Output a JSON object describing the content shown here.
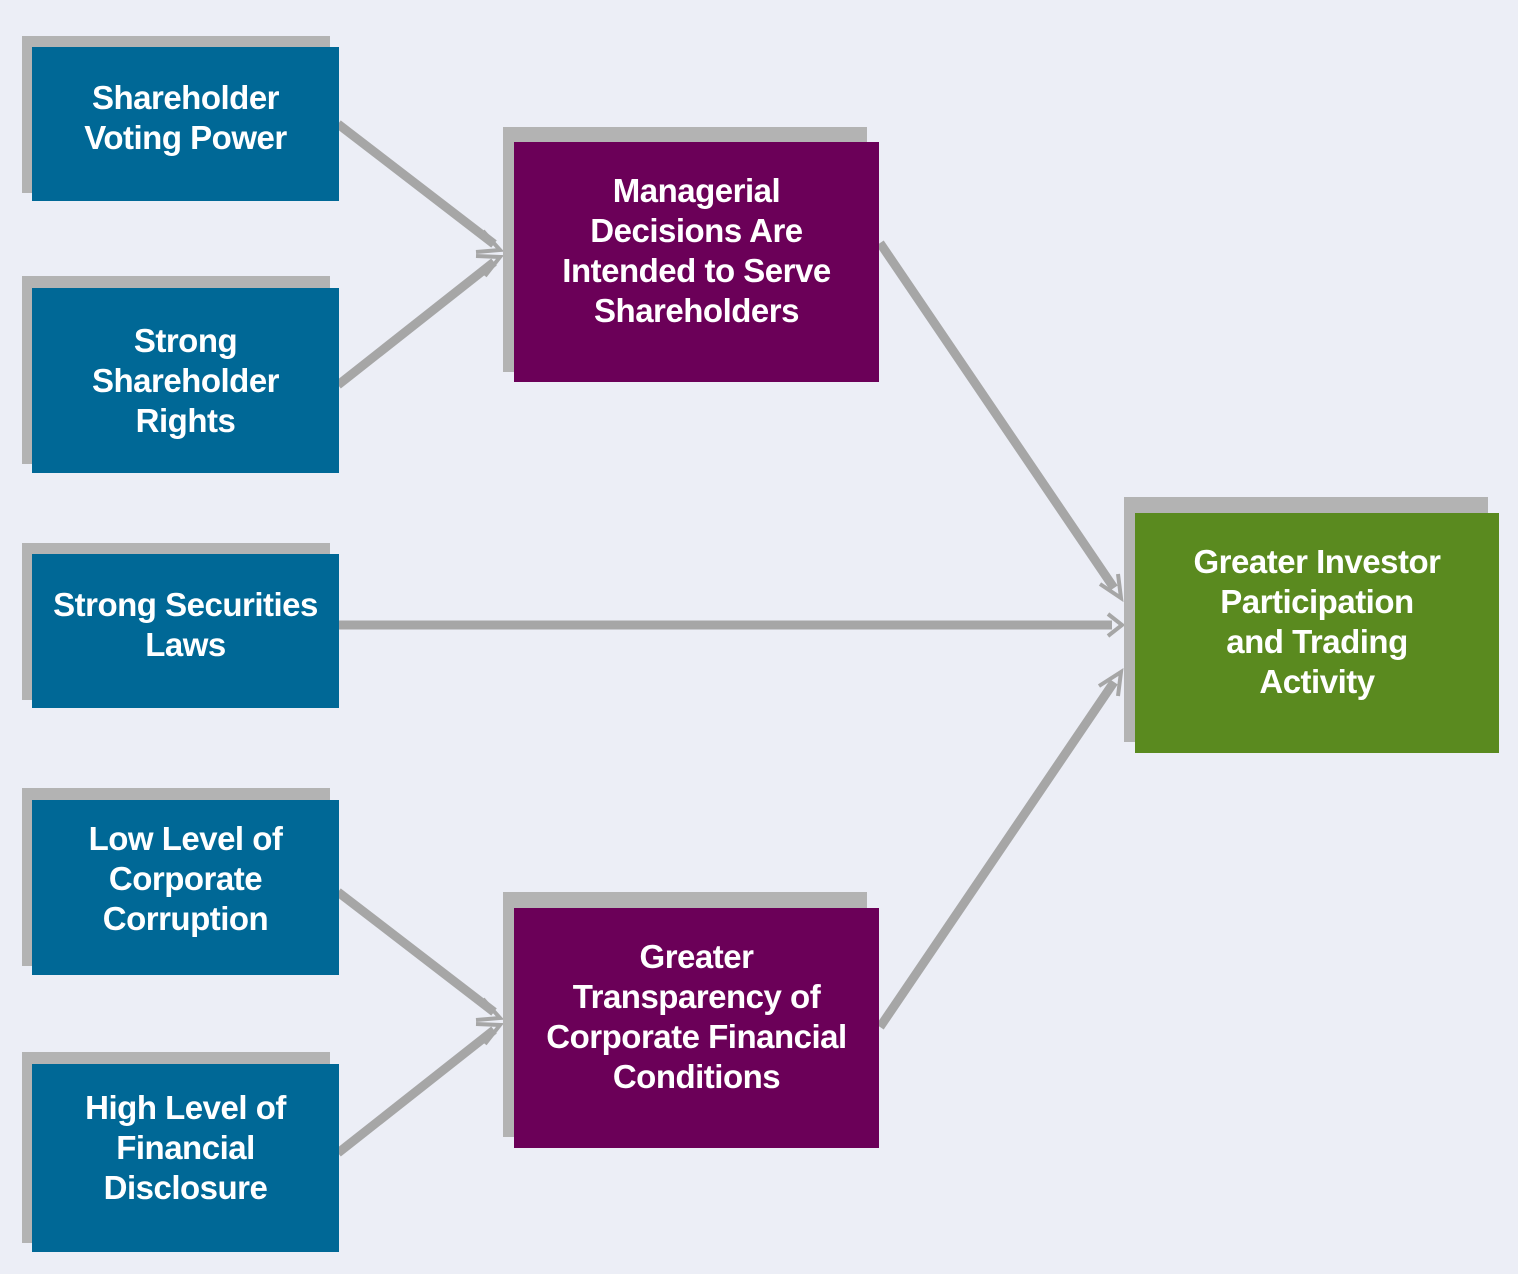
{
  "nodes": {
    "voting_power": "Shareholder\nVoting Power",
    "shareholder_rights": "Strong\nShareholder\nRights",
    "securities_laws": "Strong Securities\nLaws",
    "low_corruption": "Low Level of\nCorporate\nCorruption",
    "financial_disclosure": "High Level of\nFinancial\nDisclosure",
    "managerial_decisions": "Managerial\nDecisions Are\nIntended to Serve\nShareholders",
    "transparency": "Greater\nTransparency of\nCorporate Financial\nConditions",
    "investor_participation": "Greater Investor\nParticipation\nand Trading\nActivity"
  },
  "colors": {
    "background": "#eceef6",
    "input_box": "#006896",
    "intermediate_box": "#6b0058",
    "outcome_box": "#5a8a1f",
    "shadow": "#b3b3b3",
    "connector": "#a6a6a6"
  },
  "edges": [
    {
      "from": "voting_power",
      "to": "managerial_decisions"
    },
    {
      "from": "shareholder_rights",
      "to": "managerial_decisions"
    },
    {
      "from": "securities_laws",
      "to": "investor_participation"
    },
    {
      "from": "low_corruption",
      "to": "transparency"
    },
    {
      "from": "financial_disclosure",
      "to": "transparency"
    },
    {
      "from": "managerial_decisions",
      "to": "investor_participation"
    },
    {
      "from": "transparency",
      "to": "investor_participation"
    }
  ]
}
